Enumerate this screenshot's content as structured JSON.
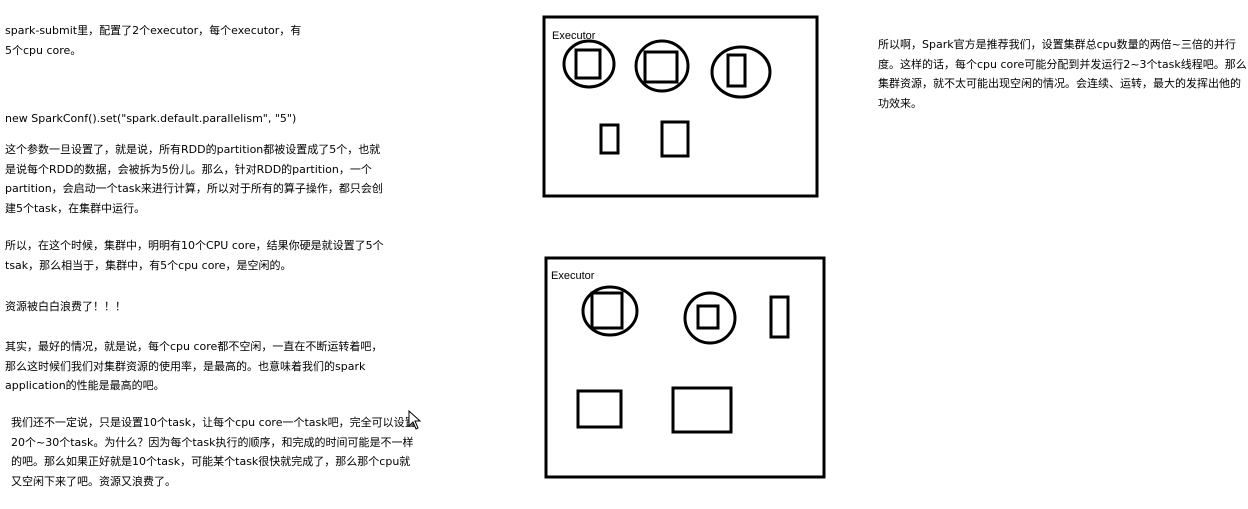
{
  "left_notes": {
    "config": "spark-submit里，配置了2个executor，每个executor，有\n5个cpu core。",
    "code": "new SparkConf().set(\"spark.default.parallelism\", \"5\")",
    "para1": "这个参数一旦设置了，就是说，所有RDD的partition都被设置成了5个，也就\n是说每个RDD的数据，会被拆为5份儿。那么，针对RDD的partition，一个\npartition，会启动一个task来进行计算，所以对于所有的算子操作，都只会创\n建5个task，在集群中运行。",
    "para2": "所以，在这个时候，集群中，明明有10个CPU core，结果你硬是就设置了5个\ntsak，那么相当于，集群中，有5个cpu core，是空闲的。",
    "para3": "资源被白白浪费了！！！",
    "para4": "其实，最好的情况，就是说，每个cpu core都不空闲，一直在不断运转着吧，\n那么这时候们我们对集群资源的使用率，是最高的。也意味着我们的spark\napplication的性能是最高的吧。",
    "para5": "我们还不一定说，只是设置10个task，让每个cpu core一个task吧，完全可以设置\n20个~30个task。为什么？因为每个task执行的顺序，和完成的时间可能是不一样\n的吧。那么如果正好就是10个task，可能某个task很快就完成了，那么那个cpu就\n又空闲下来了吧。资源又浪费了。"
  },
  "right_note": "所以啊，Spark官方是推荐我们，设置集群总cpu数量的两倍~三倍的并行\n度。这样的话，每个cpu core可能分配到并发运行2~3个task线程吧。那么\n集群资源，就不太可能出现空闲的情况。会连续、运转，最大的发挥出他的\n功效来。",
  "executors": [
    {
      "label": "Executor"
    },
    {
      "label": "Executor"
    }
  ],
  "colors": {
    "ink": "#000000",
    "background": "#ffffff"
  }
}
